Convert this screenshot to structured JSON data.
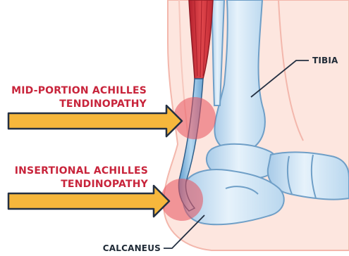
{
  "labels": {
    "mid_portion_line1": "MID-PORTION ACHILLES",
    "mid_portion_line2": "TENDINOPATHY",
    "insertional_line1": "INSERTIONAL ACHILLES",
    "insertional_line2": "TENDINOPATHY",
    "tibia": "TIBIA",
    "calcaneus": "CALCANEUS"
  },
  "colors": {
    "label_red": "#c8243b",
    "label_dark": "#1f2a36",
    "arrow_fill": "#f6b73c",
    "arrow_outline": "#243042",
    "highlight": "#e8505b",
    "skin": "#fde4dd",
    "bone": "#cfe6f6",
    "tendon": "#7fb4dc",
    "muscle": "#d9323b"
  },
  "icons": {
    "arrow_icon": "right-arrow",
    "inflammation_marker": "red-circle"
  }
}
